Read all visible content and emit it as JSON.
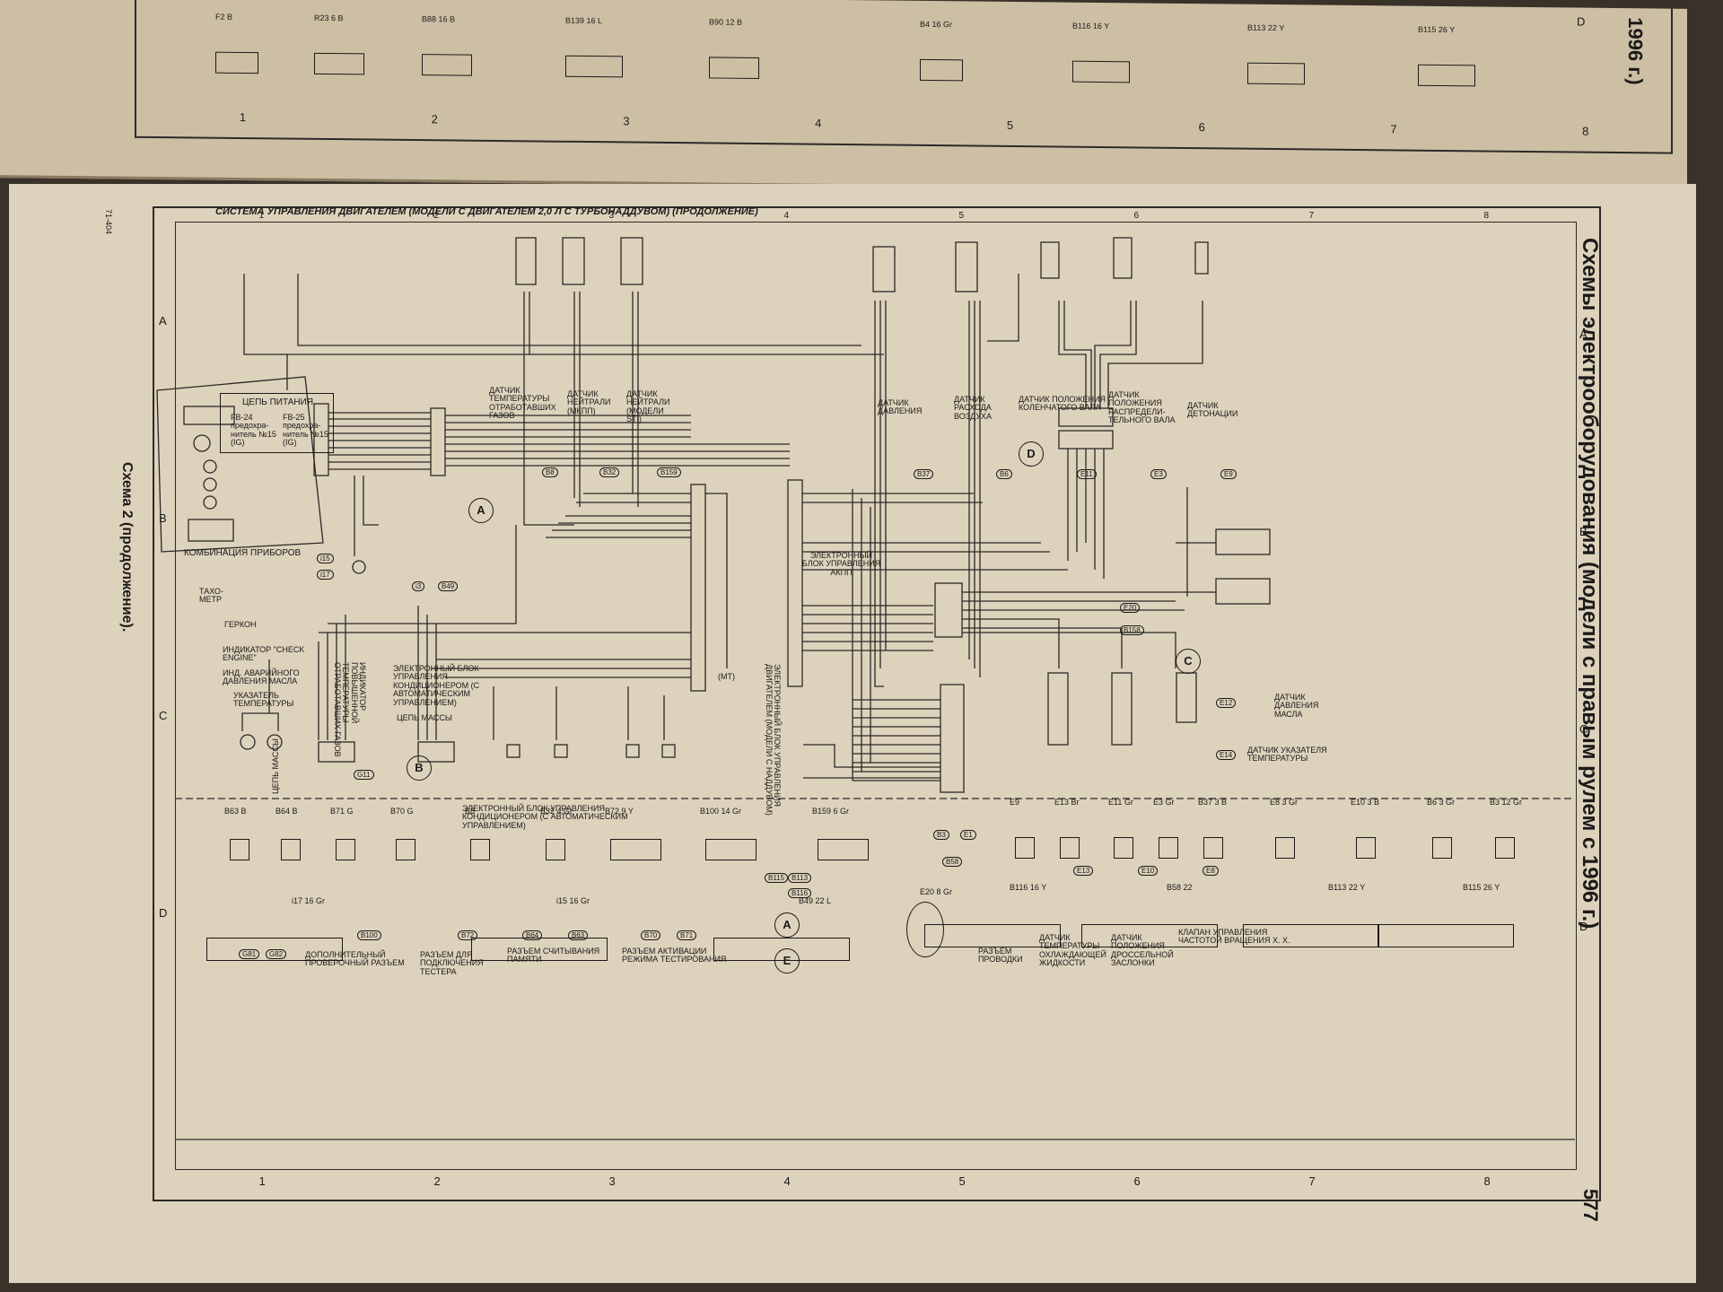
{
  "book": {
    "page_number": "577",
    "right_title": "Схемы электрооборудования (модели с правым рулем с 1996 г.)",
    "top_right_title": "1996 г.)",
    "left_caption": "Схема 2 (продолжение).",
    "small_code": "71-404"
  },
  "diagram": {
    "title": "СИСТЕМА УПРАВЛЕНИЯ ДВИГАТЕЛЕМ (МОДЕЛИ С ДВИГАТЕЛЕМ 2,0 Л С ТУРБОНАДДУВОМ) (ПРОДОЛЖЕНИЕ)",
    "columns": [
      "1",
      "2",
      "3",
      "4",
      "5",
      "6",
      "7",
      "8"
    ],
    "rows": [
      "A",
      "B",
      "C",
      "D"
    ],
    "power": {
      "title": "ЦЕПЬ ПИТАНИЯ",
      "fuse1": "FB-24 предохра- нитель №15 (IG)",
      "fuse2": "FB-25 предохра- нитель №15 (IG)"
    },
    "sensors_top": [
      {
        "label": "ДАТЧИК ТЕМПЕРАТУРЫ ОТРАБОТАВШИХ ГАЗОВ",
        "conn": "B8"
      },
      {
        "label": "ДАТЧИК НЕЙТРАЛИ (МКПП)",
        "conn": "B32"
      },
      {
        "label": "ДАТЧИК НЕЙТРАЛИ (МОДЕЛИ STI)",
        "conn": "B159"
      },
      {
        "label": "ДАТЧИК ДАВЛЕНИЯ",
        "conn": "B37"
      },
      {
        "label": "ДАТЧИК РАСХОДА ВОЗДУХА",
        "conn": "B6"
      },
      {
        "label": "ДАТЧИК ПОЛОЖЕНИЯ КОЛЕНЧАТОГО ВАЛА",
        "conn": "E11"
      },
      {
        "label": "ДАТЧИК ПОЛОЖЕНИЯ РАСПРЕДЕЛИ- ТЕЛЬНОГО ВАЛА",
        "conn": "E3"
      },
      {
        "label": "ДАТЧИК ДЕТОНАЦИИ",
        "conn": "E9"
      }
    ],
    "combination": {
      "title": "КОМБИНАЦИЯ ПРИБОРОВ",
      "i15": "i15",
      "i17": "i17",
      "tacho": "ТАХО- МЕТР",
      "gerkon": "ГЕРКОН",
      "check_engine": "ИНДИКАТОР \"CHECK ENGINE\"",
      "oil_ind": "ИНД. АВАРИЙНОГО ДАВЛЕНИЯ МАСЛА",
      "temp_ind": "УКАЗАТЕЛЬ ТЕМПЕРАТУРЫ",
      "exhaust_ind": "ИНДИКАТОР ПОВЫШЕННОЙ ТЕМПЕРАТУРЫ ОТРАБОТАВШИХ ГАЗОВ"
    },
    "labels": {
      "ac_unit1": "ЭЛЕКТРОННЫЙ БЛОК УПРАВЛЕНИЯ КОНДИЦИОНЕРОМ (С АВТОМАТИЧЕСКИМ УПРАВЛЕНИЕМ)",
      "ground": "ЦЕПЬ МАССЫ",
      "ground_vert": "ЦЕПЬ МАССЫ",
      "ac_unit2": "ЭЛЕКТРОННЫЙ БЛОК УПРАВЛЕНИЯ КОНДИЦИОНЕРОМ (С АВТОМАТИЧЕСКИМ УПРАВЛЕНИЕМ)",
      "akpp": "ЭЛЕКТРОННЫЙ БЛОК УПРАВЛЕНИЯ АКПП",
      "ecu_vert": "ЭЛЕКТРОННЫЙ БЛОК УПРАВЛЕНИЯ ДВИГАТЕЛЕМ (МОДЕЛИ С НАДДУВОМ)",
      "mt": "(МТ)",
      "oil_pressure": "ДАТЧИК ДАВЛЕНИЯ МАСЛА",
      "temp_sensor": "ДАТЧИК УКАЗАТЕЛЯ ТЕМПЕРАТУРЫ",
      "coolant": "ДАТЧИК ТЕМПЕРАТУРЫ ОХЛАЖДАЮЩЕЙ ЖИДКОСТИ",
      "throttle": "ДАТЧИК ПОЛОЖЕНИЯ ДРОССЕЛЬНОЙ ЗАСЛОНКИ",
      "idle_valve": "КЛАПАН УПРАВЛЕНИЯ ЧАСТОТОЙ ВРАЩЕНИЯ Х. Х.",
      "extra_conn": "ДОПОЛНИТЕЛЬНЫЙ ПРОВЕРОЧНЫЙ РАЗЪЕМ",
      "tester_conn": "РАЗЪЕМ ДЛЯ ПОДКЛЮЧЕНИЯ ТЕСТЕРА",
      "memory_conn": "РАЗЪЕМ СЧИТЫВАНИЯ ПАМЯТИ",
      "test_mode": "РАЗЪЕМ АКТИВАЦИИ РЕЖИМА ТЕСТИРОВАНИЯ",
      "wiring_conn": "РАЗЪЕМ ПРОВОДКИ"
    },
    "refs": [
      "A",
      "B",
      "C",
      "D",
      "E"
    ],
    "connectors_mid": [
      "i3",
      "B49",
      "B3",
      "E1",
      "B58",
      "E20",
      "B158",
      "E12",
      "E14",
      "E13",
      "E10",
      "E8",
      "B115",
      "B113",
      "B116",
      "B100",
      "B72",
      "B64",
      "B63",
      "B70",
      "B71",
      "G81",
      "G82",
      "G11"
    ],
    "bottom_row1": [
      {
        "id": "B63",
        "c": "B"
      },
      {
        "id": "B64",
        "c": "B"
      },
      {
        "id": "B71",
        "c": "G"
      },
      {
        "id": "B70",
        "c": "G"
      },
      {
        "id": "B8",
        "c": ""
      },
      {
        "id": "B32",
        "c": "4 Gr"
      },
      {
        "id": "B72",
        "c": "9 Y"
      },
      {
        "id": "B100",
        "c": "14 Gr"
      },
      {
        "id": "B159",
        "c": "6 Gr"
      },
      {
        "id": "E9",
        "c": ""
      },
      {
        "id": "E13",
        "c": "Br"
      },
      {
        "id": "E11",
        "c": "Gr"
      },
      {
        "id": "E3",
        "c": "Gr"
      },
      {
        "id": "B37",
        "c": "3 B"
      },
      {
        "id": "E8",
        "c": "3 Gr"
      },
      {
        "id": "E10",
        "c": "3 B"
      },
      {
        "id": "B6",
        "c": "3 Gr"
      },
      {
        "id": "B3",
        "c": "12 Gr"
      }
    ],
    "bottom_row2": [
      {
        "id": "i17",
        "c": "16 Gr"
      },
      {
        "id": "i15",
        "c": "16 Gr"
      },
      {
        "id": "B49",
        "c": "22 L"
      },
      {
        "id": "E20",
        "c": "8 Gr"
      },
      {
        "id": "B116",
        "c": "16 Y"
      },
      {
        "id": "B58",
        "c": "22"
      },
      {
        "id": "B113",
        "c": "22 Y"
      },
      {
        "id": "B115",
        "c": "26 Y"
      }
    ],
    "top_page_conns": [
      {
        "id": "F2",
        "c": "B"
      },
      {
        "id": "R23",
        "c": "6 B"
      },
      {
        "id": "B88",
        "c": "16 B"
      },
      {
        "id": "B139",
        "c": "16 L"
      },
      {
        "id": "B90",
        "c": "12 B"
      },
      {
        "id": "B4",
        "c": "16 Gr"
      },
      {
        "id": "B116",
        "c": "16 Y"
      },
      {
        "id": "B113",
        "c": "22 Y"
      },
      {
        "id": "B115",
        "c": "26 Y"
      }
    ]
  }
}
